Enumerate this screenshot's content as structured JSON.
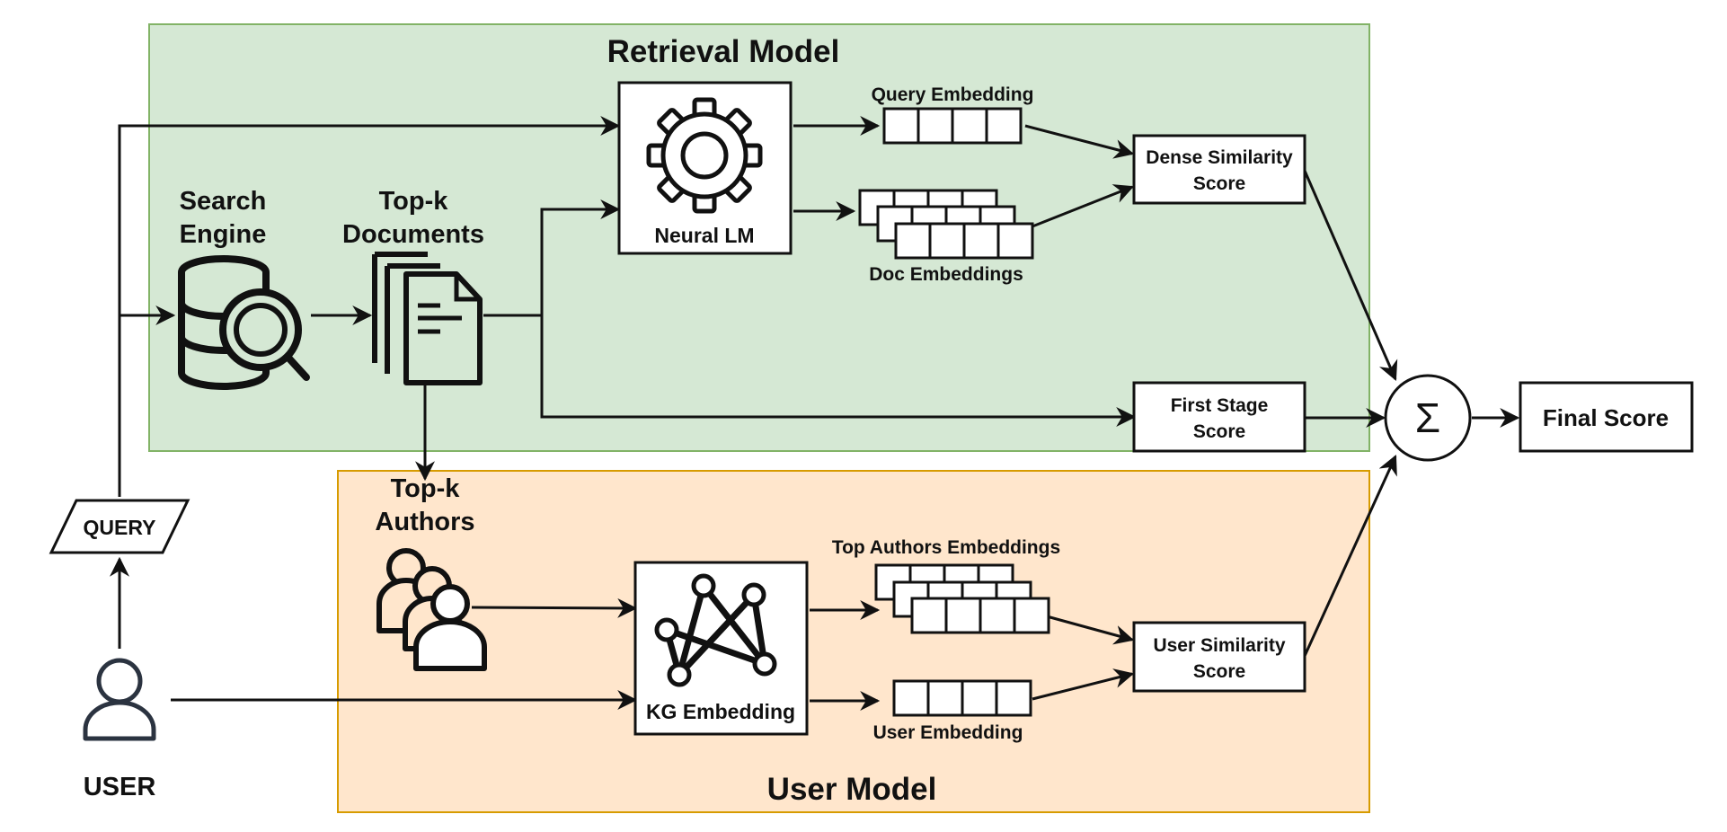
{
  "groups": {
    "retrieval": {
      "title": "Retrieval Model",
      "fill": "#d5e8d4",
      "stroke": "#82b366"
    },
    "user": {
      "title": "User Model",
      "fill": "#ffe6cc",
      "stroke": "#d79b00"
    }
  },
  "labels": {
    "search_engine": [
      "Search",
      "Engine"
    ],
    "top_docs": [
      "Top-k",
      "Documents"
    ],
    "top_authors": [
      "Top-k",
      "Authors"
    ],
    "query": "QUERY",
    "user": "USER",
    "neural_lm": "Neural LM",
    "kg_embedding": "KG Embedding",
    "query_embedding": "Query Embedding",
    "doc_embeddings": "Doc Embeddings",
    "top_authors_embeddings": "Top Authors Embeddings",
    "user_embedding": "User Embedding",
    "dense_similarity": [
      "Dense Similarity",
      "Score"
    ],
    "first_stage": [
      "First Stage",
      "Score"
    ],
    "user_similarity": [
      "User Similarity",
      "Score"
    ],
    "sum_symbol": "Σ",
    "final_score": "Final Score"
  },
  "icons": {
    "search_engine": "database-search-icon",
    "documents": "documents-icon",
    "authors": "users-group-icon",
    "user": "user-icon",
    "neural_lm": "gear-icon",
    "kg": "graph-icon"
  }
}
